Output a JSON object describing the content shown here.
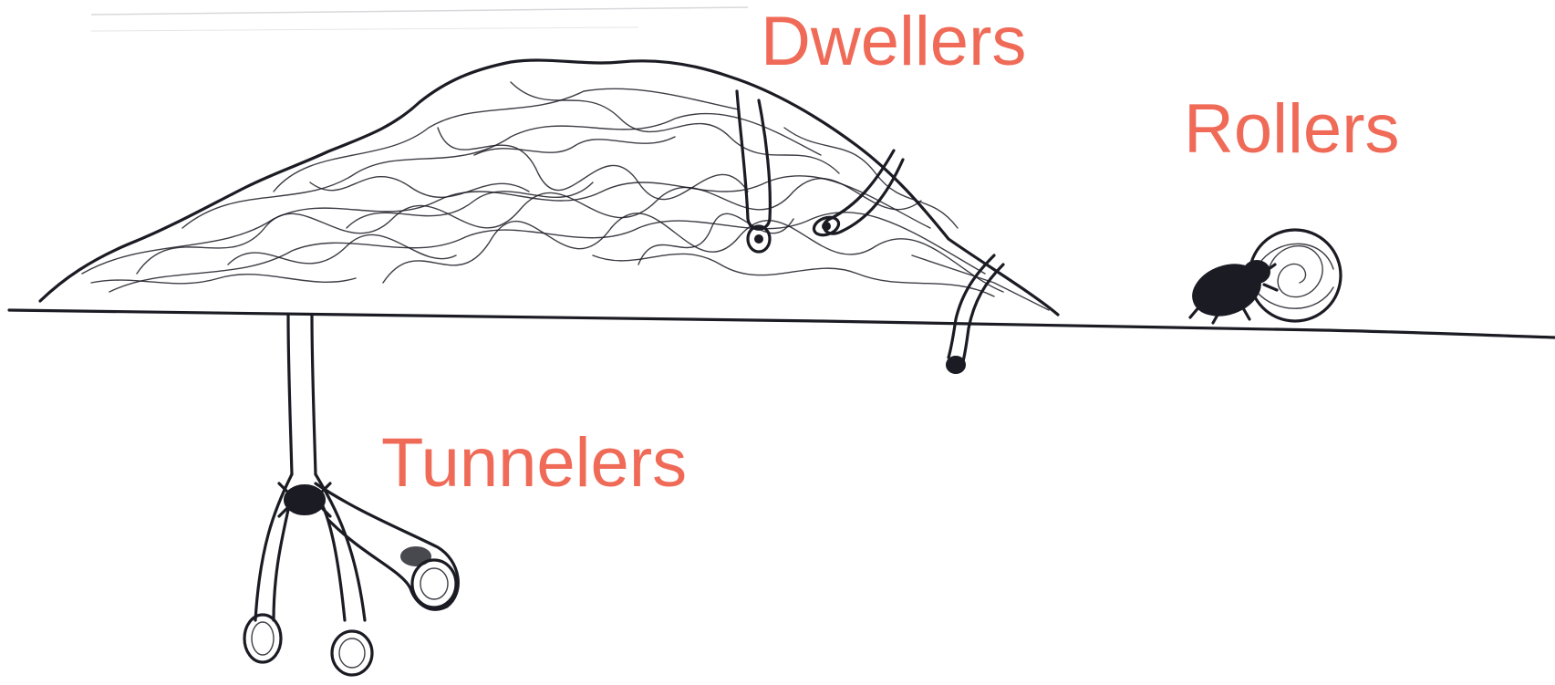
{
  "labels": {
    "dwellers": "Dwellers",
    "rollers": "Rollers",
    "tunnelers": "Tunnelers"
  },
  "colors": {
    "label": "#f06a58",
    "ink": "#1b1b24",
    "background": "#ffffff"
  }
}
